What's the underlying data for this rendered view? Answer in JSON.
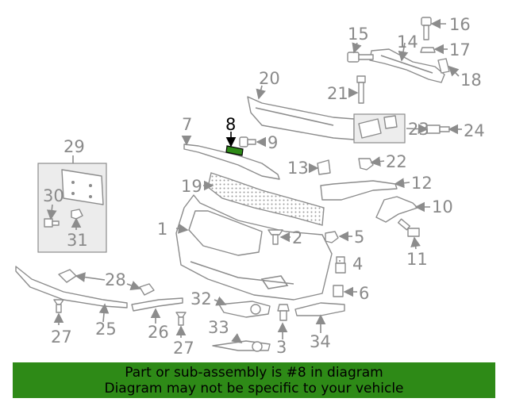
{
  "diagram": {
    "highlight_color": "#2e8a17",
    "highlight_part": "8",
    "callouts": [
      "1",
      "2",
      "3",
      "4",
      "5",
      "6",
      "7",
      "8",
      "9",
      "10",
      "11",
      "12",
      "13",
      "14",
      "15",
      "16",
      "17",
      "18",
      "19",
      "20",
      "21",
      "22",
      "23",
      "24",
      "25",
      "26",
      "27",
      "27",
      "28",
      "29",
      "30",
      "31",
      "32",
      "33",
      "34"
    ]
  },
  "banner": {
    "line1": "Part or sub-assembly is #8 in diagram",
    "line2": "Diagram may not be specific to your vehicle",
    "color": "#2e8a17"
  }
}
